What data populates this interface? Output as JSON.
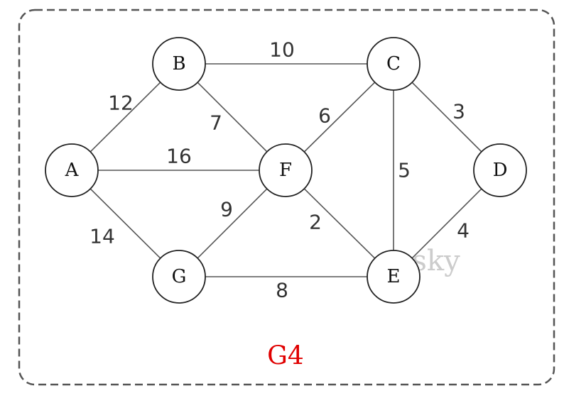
{
  "graph": {
    "title": "G4",
    "watermark": "sky",
    "nodes": [
      {
        "id": "A",
        "label": "A"
      },
      {
        "id": "B",
        "label": "B"
      },
      {
        "id": "C",
        "label": "C"
      },
      {
        "id": "D",
        "label": "D"
      },
      {
        "id": "E",
        "label": "E"
      },
      {
        "id": "F",
        "label": "F"
      },
      {
        "id": "G",
        "label": "G"
      }
    ],
    "edges": [
      {
        "from": "A",
        "to": "B",
        "weight": "12"
      },
      {
        "from": "A",
        "to": "F",
        "weight": "16"
      },
      {
        "from": "A",
        "to": "G",
        "weight": "14"
      },
      {
        "from": "B",
        "to": "C",
        "weight": "10"
      },
      {
        "from": "B",
        "to": "F",
        "weight": "7"
      },
      {
        "from": "C",
        "to": "F",
        "weight": "6"
      },
      {
        "from": "C",
        "to": "D",
        "weight": "3"
      },
      {
        "from": "C",
        "to": "E",
        "weight": "5"
      },
      {
        "from": "D",
        "to": "E",
        "weight": "4"
      },
      {
        "from": "F",
        "to": "G",
        "weight": "9"
      },
      {
        "from": "F",
        "to": "E",
        "weight": "2"
      },
      {
        "from": "G",
        "to": "E",
        "weight": "8"
      }
    ],
    "colors": {
      "title": "#e00000",
      "watermark": "#cccccc",
      "edge": "#555555",
      "node_border": "#222222"
    }
  }
}
